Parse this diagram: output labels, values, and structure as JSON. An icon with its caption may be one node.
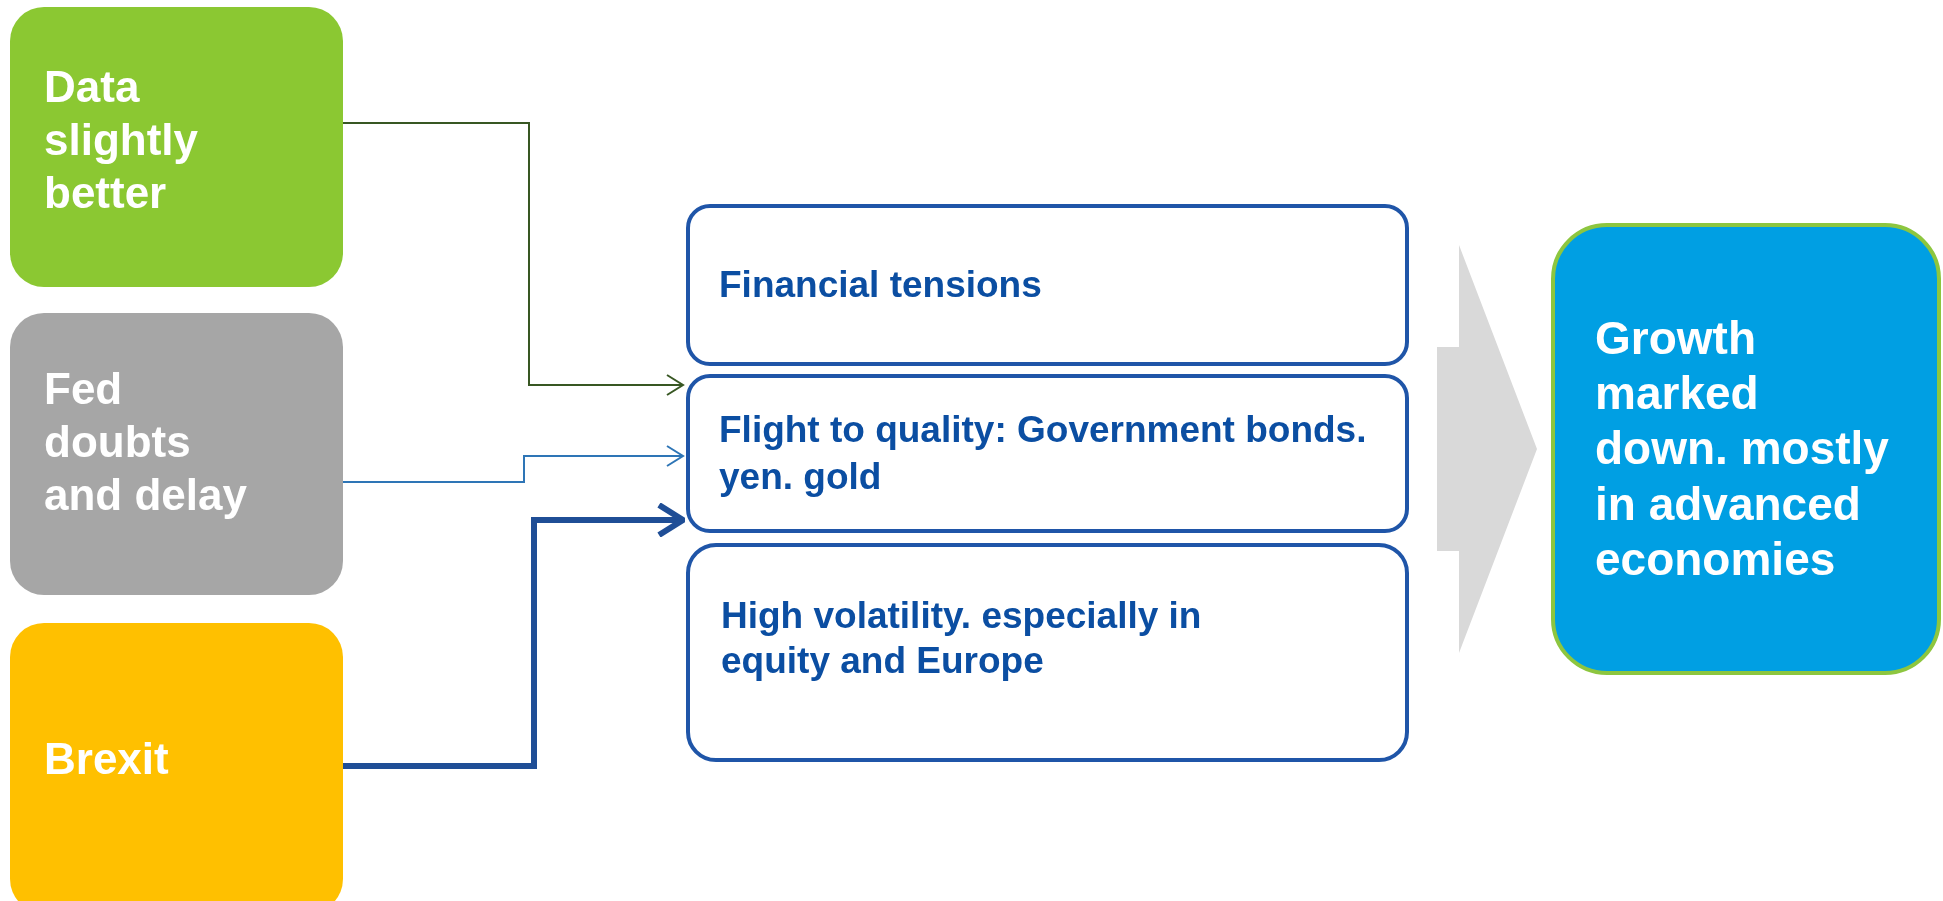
{
  "diagram": {
    "nodes": [
      {
        "text": [
          "Data slightly better"
        ]
      },
      {
        "text": [
          "Fed doubts and delay"
        ]
      },
      {
        "text": [
          "Brexit"
        ]
      },
      {
        "text": [
          "Financial tensions"
        ]
      },
      {
        "text": [
          "Flight to quality: Government bonds. yen. gold"
        ]
      },
      {
        "text": [
          "High volatility. especially in equity and Europe"
        ]
      },
      {
        "text": [
          "Growth marked down. mostly in advanced economies"
        ]
      }
    ],
    "edges": [
      {
        "from": 0,
        "to": 4,
        "arrow": "to",
        "color": "#385723"
      },
      {
        "from": 1,
        "to": 4,
        "arrow": "to",
        "color": "#2e75b6"
      },
      {
        "from": 2,
        "to": 4,
        "arrow": "to",
        "style": "thick",
        "color": "#1f4e96"
      },
      {
        "from": 4,
        "to": 6,
        "arrow": "to",
        "style": "thick",
        "color": "#d9d9d9"
      }
    ]
  }
}
